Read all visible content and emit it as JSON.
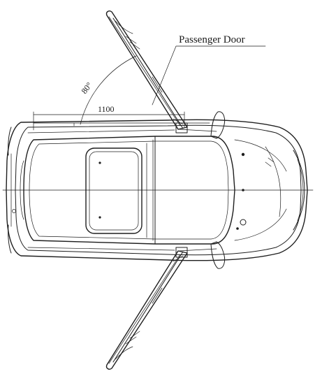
{
  "labels": {
    "door_label": "Passenger Door",
    "angle": "80°",
    "width_dimension": "1100"
  },
  "colors": {
    "line": "#1e1e1e",
    "background": "#ffffff"
  }
}
